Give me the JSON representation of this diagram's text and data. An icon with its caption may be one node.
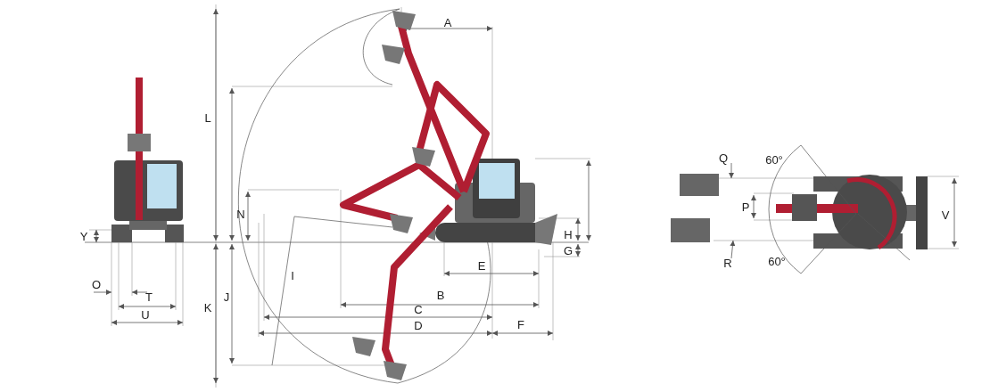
{
  "diagram": {
    "labels": [
      "A",
      "L",
      "Q",
      "60°",
      "P",
      "N",
      "V",
      "H",
      "Y",
      "G",
      "60°",
      "R",
      "E",
      "I",
      "O",
      "B",
      "T",
      "J",
      "K",
      "C",
      "U",
      "F",
      "D"
    ]
  }
}
